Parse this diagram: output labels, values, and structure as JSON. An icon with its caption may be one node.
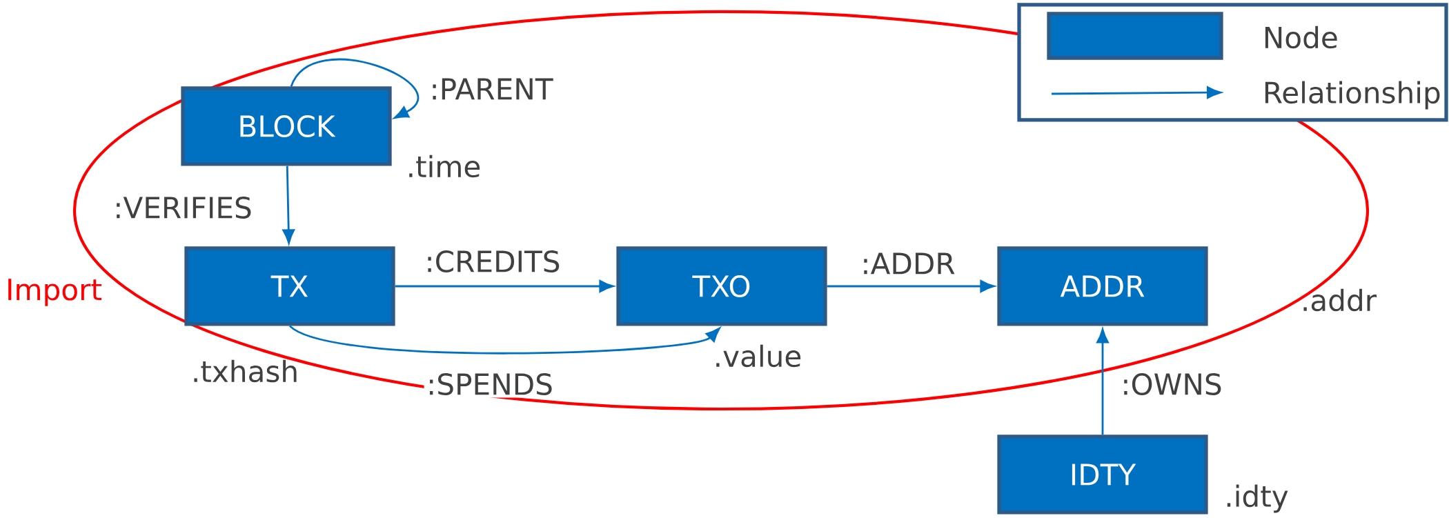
{
  "diagram": {
    "nodes": [
      {
        "text": [
          "Import"
        ]
      },
      {
        "text": [
          "BLOCK"
        ],
        "in": 0,
        "beside": [
          ".time"
        ]
      },
      {
        "text": [
          "TX"
        ],
        "in": 0,
        "beside": [
          ".txhash"
        ]
      },
      {
        "text": [
          "TXO"
        ],
        "in": 0,
        "beside": [
          ".value"
        ]
      },
      {
        "text": [
          "ADDR"
        ],
        "in": 0,
        "beside": [
          ".addr"
        ]
      },
      {
        "text": [
          "IDTY"
        ],
        "beside": [
          ".idty"
        ]
      }
    ],
    "edges": [
      {
        "from": 1,
        "to": 1,
        "arrow": "to",
        "label": ":PARENT"
      },
      {
        "from": 1,
        "to": 2,
        "arrow": "to",
        "label": ":VERIFIES"
      },
      {
        "from": 2,
        "to": 3,
        "arrow": "to",
        "label": ":CREDITS"
      },
      {
        "from": 2,
        "to": 3,
        "arrow": "to",
        "label": ":SPENDS"
      },
      {
        "from": 3,
        "to": 4,
        "arrow": "to",
        "label": ":ADDR"
      },
      {
        "from": 5,
        "to": 4,
        "arrow": "to",
        "label": ":OWNS"
      }
    ],
    "legend": [
      {
        "text": "Node",
        "color": "#0070c0"
      },
      {
        "text": "Relationship"
      }
    ]
  }
}
